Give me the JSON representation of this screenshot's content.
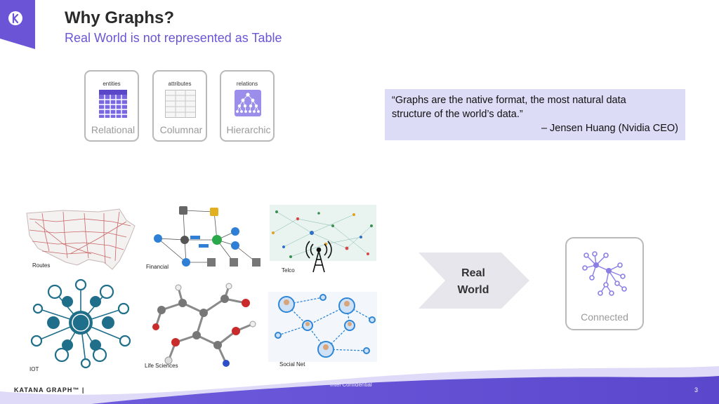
{
  "header": {
    "title": "Why Graphs?",
    "subtitle": "Real World is not represented as Table"
  },
  "data_types": [
    {
      "small": "entities",
      "label": "Relational",
      "icon": "table-grid-icon"
    },
    {
      "small": "attributes",
      "label": "Columnar",
      "icon": "columns-icon"
    },
    {
      "small": "relations",
      "label": "Hierarchic",
      "icon": "hierarchy-icon"
    }
  ],
  "quote": {
    "line1": "“Graphs are the native format, the most natural data",
    "line2": "structure of the world’s data.”",
    "author": "– Jensen Huang (Nvidia CEO)"
  },
  "examples": {
    "routes": "Routes",
    "financial": "Financial",
    "telco": "Telco",
    "iot": "IOT",
    "life_sciences": "Life Sciences",
    "social_net": "Social Net"
  },
  "arrow": {
    "line1": "Real",
    "line2": "World"
  },
  "connected": {
    "label": "Connected",
    "icon": "graph-network-icon"
  },
  "footer": {
    "brand": "KATANA GRAPH™ |",
    "confidential": "Intel Confidential",
    "page": "3"
  },
  "colors": {
    "accent": "#6b55d6",
    "quote_bg": "#dcdcf6",
    "icon_purple": "#8a7ee6"
  }
}
